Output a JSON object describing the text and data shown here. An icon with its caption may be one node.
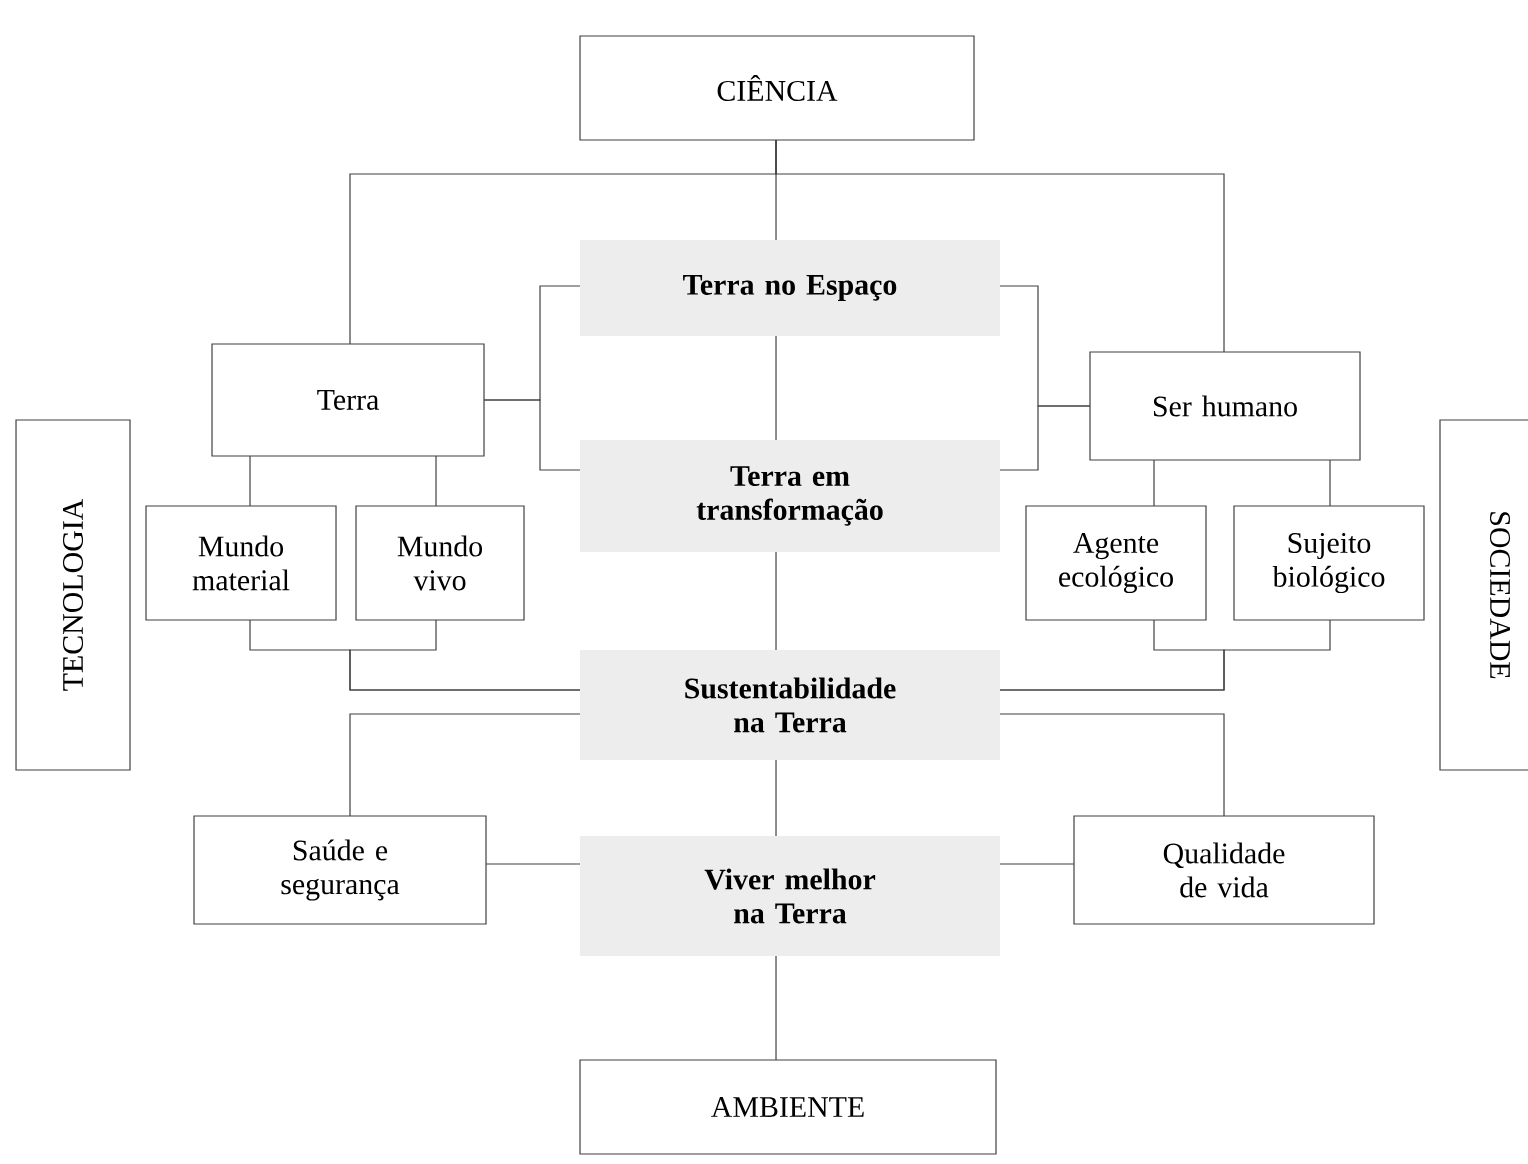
{
  "diagram": {
    "nodes": [
      {
        "text": [
          "CIÊNCIA"
        ]
      },
      {
        "text": [
          "TECNOLOGIA"
        ]
      },
      {
        "text": [
          "Terra no Espaço"
        ]
      },
      {
        "text": [
          "Terra"
        ]
      },
      {
        "text": [
          "Ser humano"
        ]
      },
      {
        "text": [
          "SOCIEDADE"
        ]
      },
      {
        "text": [
          "Terra em transformação"
        ]
      },
      {
        "text": [
          "Mundo material"
        ]
      },
      {
        "text": [
          "Mundo vivo"
        ]
      },
      {
        "text": [
          "Agente ecológico"
        ]
      },
      {
        "text": [
          "Sujeito biológico"
        ]
      },
      {
        "text": [
          "Sustentabilidade na Terra"
        ]
      },
      {
        "text": [
          "Saúde e segurança"
        ]
      },
      {
        "text": [
          "Viver melhor na Terra"
        ]
      },
      {
        "text": [
          "Qualidade de vida"
        ]
      },
      {
        "text": [
          "AMBIENTE"
        ]
      }
    ],
    "edges": [
      {
        "from": 0,
        "to": 2,
        "arrow": "none"
      },
      {
        "from": 0,
        "to": 3,
        "arrow": "none"
      },
      {
        "from": 0,
        "to": 4,
        "arrow": "none"
      },
      {
        "from": 2,
        "to": 6,
        "arrow": "none"
      },
      {
        "from": 6,
        "to": 11,
        "arrow": "none"
      },
      {
        "from": 11,
        "to": 13,
        "arrow": "none"
      },
      {
        "from": 13,
        "to": 15,
        "arrow": "none"
      },
      {
        "from": 3,
        "to": 2,
        "arrow": "none"
      },
      {
        "from": 3,
        "to": 6,
        "arrow": "none"
      },
      {
        "from": 4,
        "to": 2,
        "arrow": "none"
      },
      {
        "from": 4,
        "to": 6,
        "arrow": "none"
      },
      {
        "from": 3,
        "to": 7,
        "arrow": "none"
      },
      {
        "from": 3,
        "to": 8,
        "arrow": "none"
      },
      {
        "from": 4,
        "to": 9,
        "arrow": "none"
      },
      {
        "from": 4,
        "to": 10,
        "arrow": "none"
      },
      {
        "from": 7,
        "to": 11,
        "arrow": "none"
      },
      {
        "from": 8,
        "to": 11,
        "arrow": "none"
      },
      {
        "from": 9,
        "to": 11,
        "arrow": "none"
      },
      {
        "from": 10,
        "to": 11,
        "arrow": "none"
      },
      {
        "from": 11,
        "to": 12,
        "arrow": "none"
      },
      {
        "from": 11,
        "to": 14,
        "arrow": "none"
      },
      {
        "from": 12,
        "to": 13,
        "arrow": "none"
      },
      {
        "from": 13,
        "to": 14,
        "arrow": "none"
      }
    ]
  }
}
